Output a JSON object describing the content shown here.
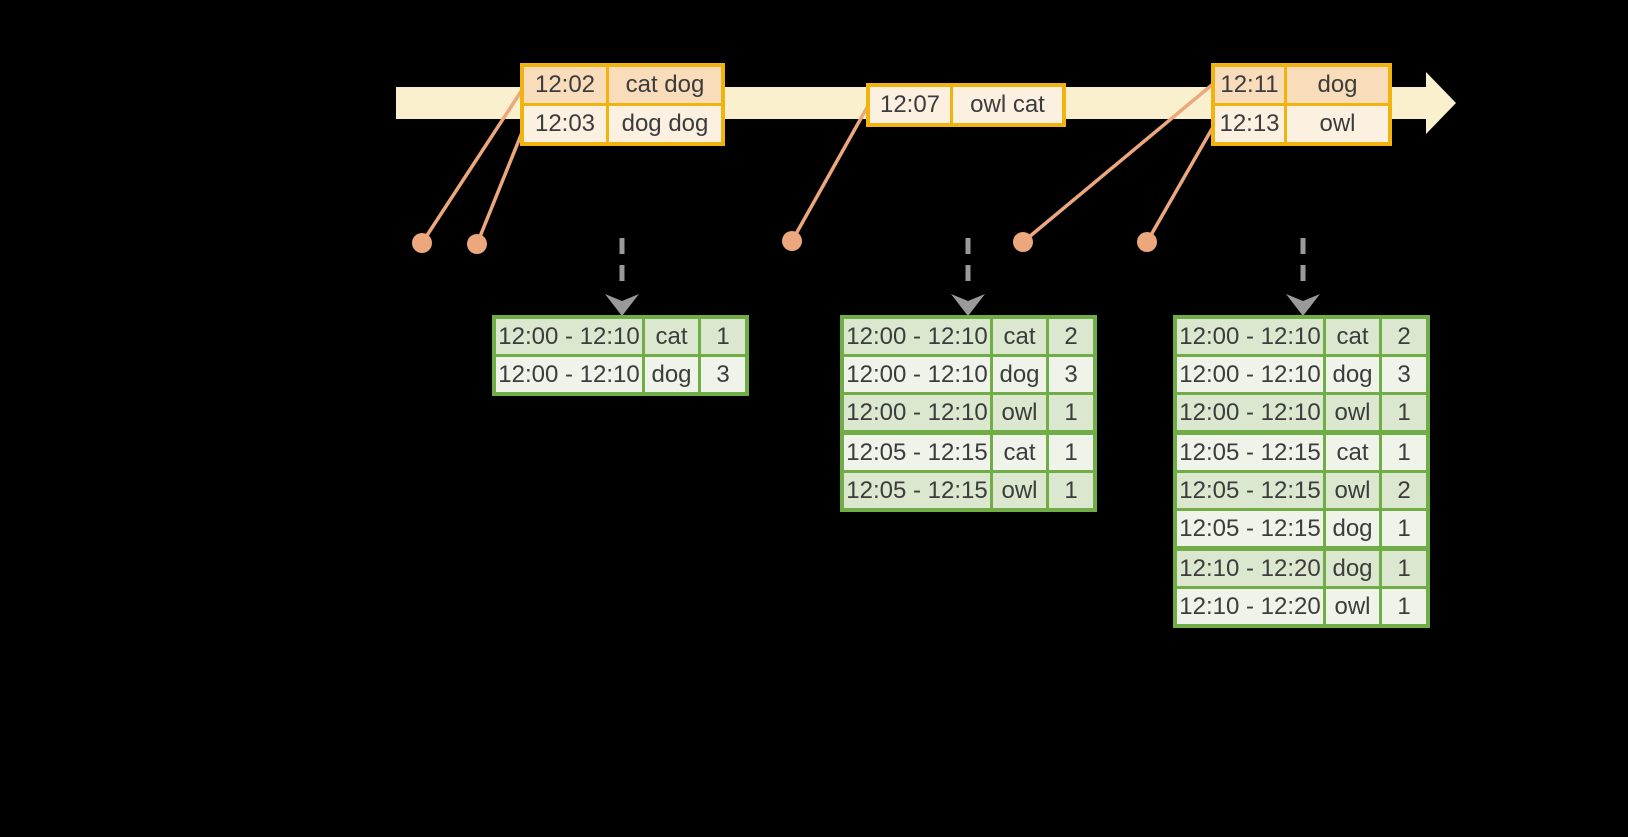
{
  "colors": {
    "timeline_fill": "#FAF0CE",
    "event_border": "#F1B30E",
    "event_row_dark": "#F9DCB9",
    "event_row_light": "#FCF0E0",
    "connector": "#ECA77C",
    "result_border": "#71AD47",
    "result_row_dark": "#DBE7CF",
    "result_row_light": "#EFF3EA",
    "trigger_arrow": "#9A9A9A",
    "text": "#3C3C3C",
    "canvas_bg": "#000000"
  },
  "event_tables": [
    {
      "rows": [
        {
          "time": "12:02",
          "words": "cat dog"
        },
        {
          "time": "12:03",
          "words": "dog dog"
        }
      ]
    },
    {
      "rows": [
        {
          "time": "12:07",
          "words": "owl cat"
        }
      ]
    },
    {
      "rows": [
        {
          "time": "12:11",
          "words": "dog"
        },
        {
          "time": "12:13",
          "words": "owl"
        }
      ]
    }
  ],
  "result_tables": [
    {
      "rows": [
        {
          "window": "12:00 - 12:10",
          "word": "cat",
          "count": "1"
        },
        {
          "window": "12:00 - 12:10",
          "word": "dog",
          "count": "3"
        }
      ]
    },
    {
      "rows": [
        {
          "window": "12:00 - 12:10",
          "word": "cat",
          "count": "2"
        },
        {
          "window": "12:00 - 12:10",
          "word": "dog",
          "count": "3"
        },
        {
          "window": "12:00 - 12:10",
          "word": "owl",
          "count": "1"
        },
        {
          "window": "12:05 - 12:15",
          "word": "cat",
          "count": "1"
        },
        {
          "window": "12:05 - 12:15",
          "word": "owl",
          "count": "1"
        }
      ]
    },
    {
      "rows": [
        {
          "window": "12:00 - 12:10",
          "word": "cat",
          "count": "2"
        },
        {
          "window": "12:00 - 12:10",
          "word": "dog",
          "count": "3"
        },
        {
          "window": "12:00 - 12:10",
          "word": "owl",
          "count": "1"
        },
        {
          "window": "12:05 - 12:15",
          "word": "cat",
          "count": "1"
        },
        {
          "window": "12:05 - 12:15",
          "word": "owl",
          "count": "2"
        },
        {
          "window": "12:05 - 12:15",
          "word": "dog",
          "count": "1"
        },
        {
          "window": "12:10 - 12:20",
          "word": "dog",
          "count": "1"
        },
        {
          "window": "12:10 - 12:20",
          "word": "owl",
          "count": "1"
        }
      ]
    }
  ]
}
